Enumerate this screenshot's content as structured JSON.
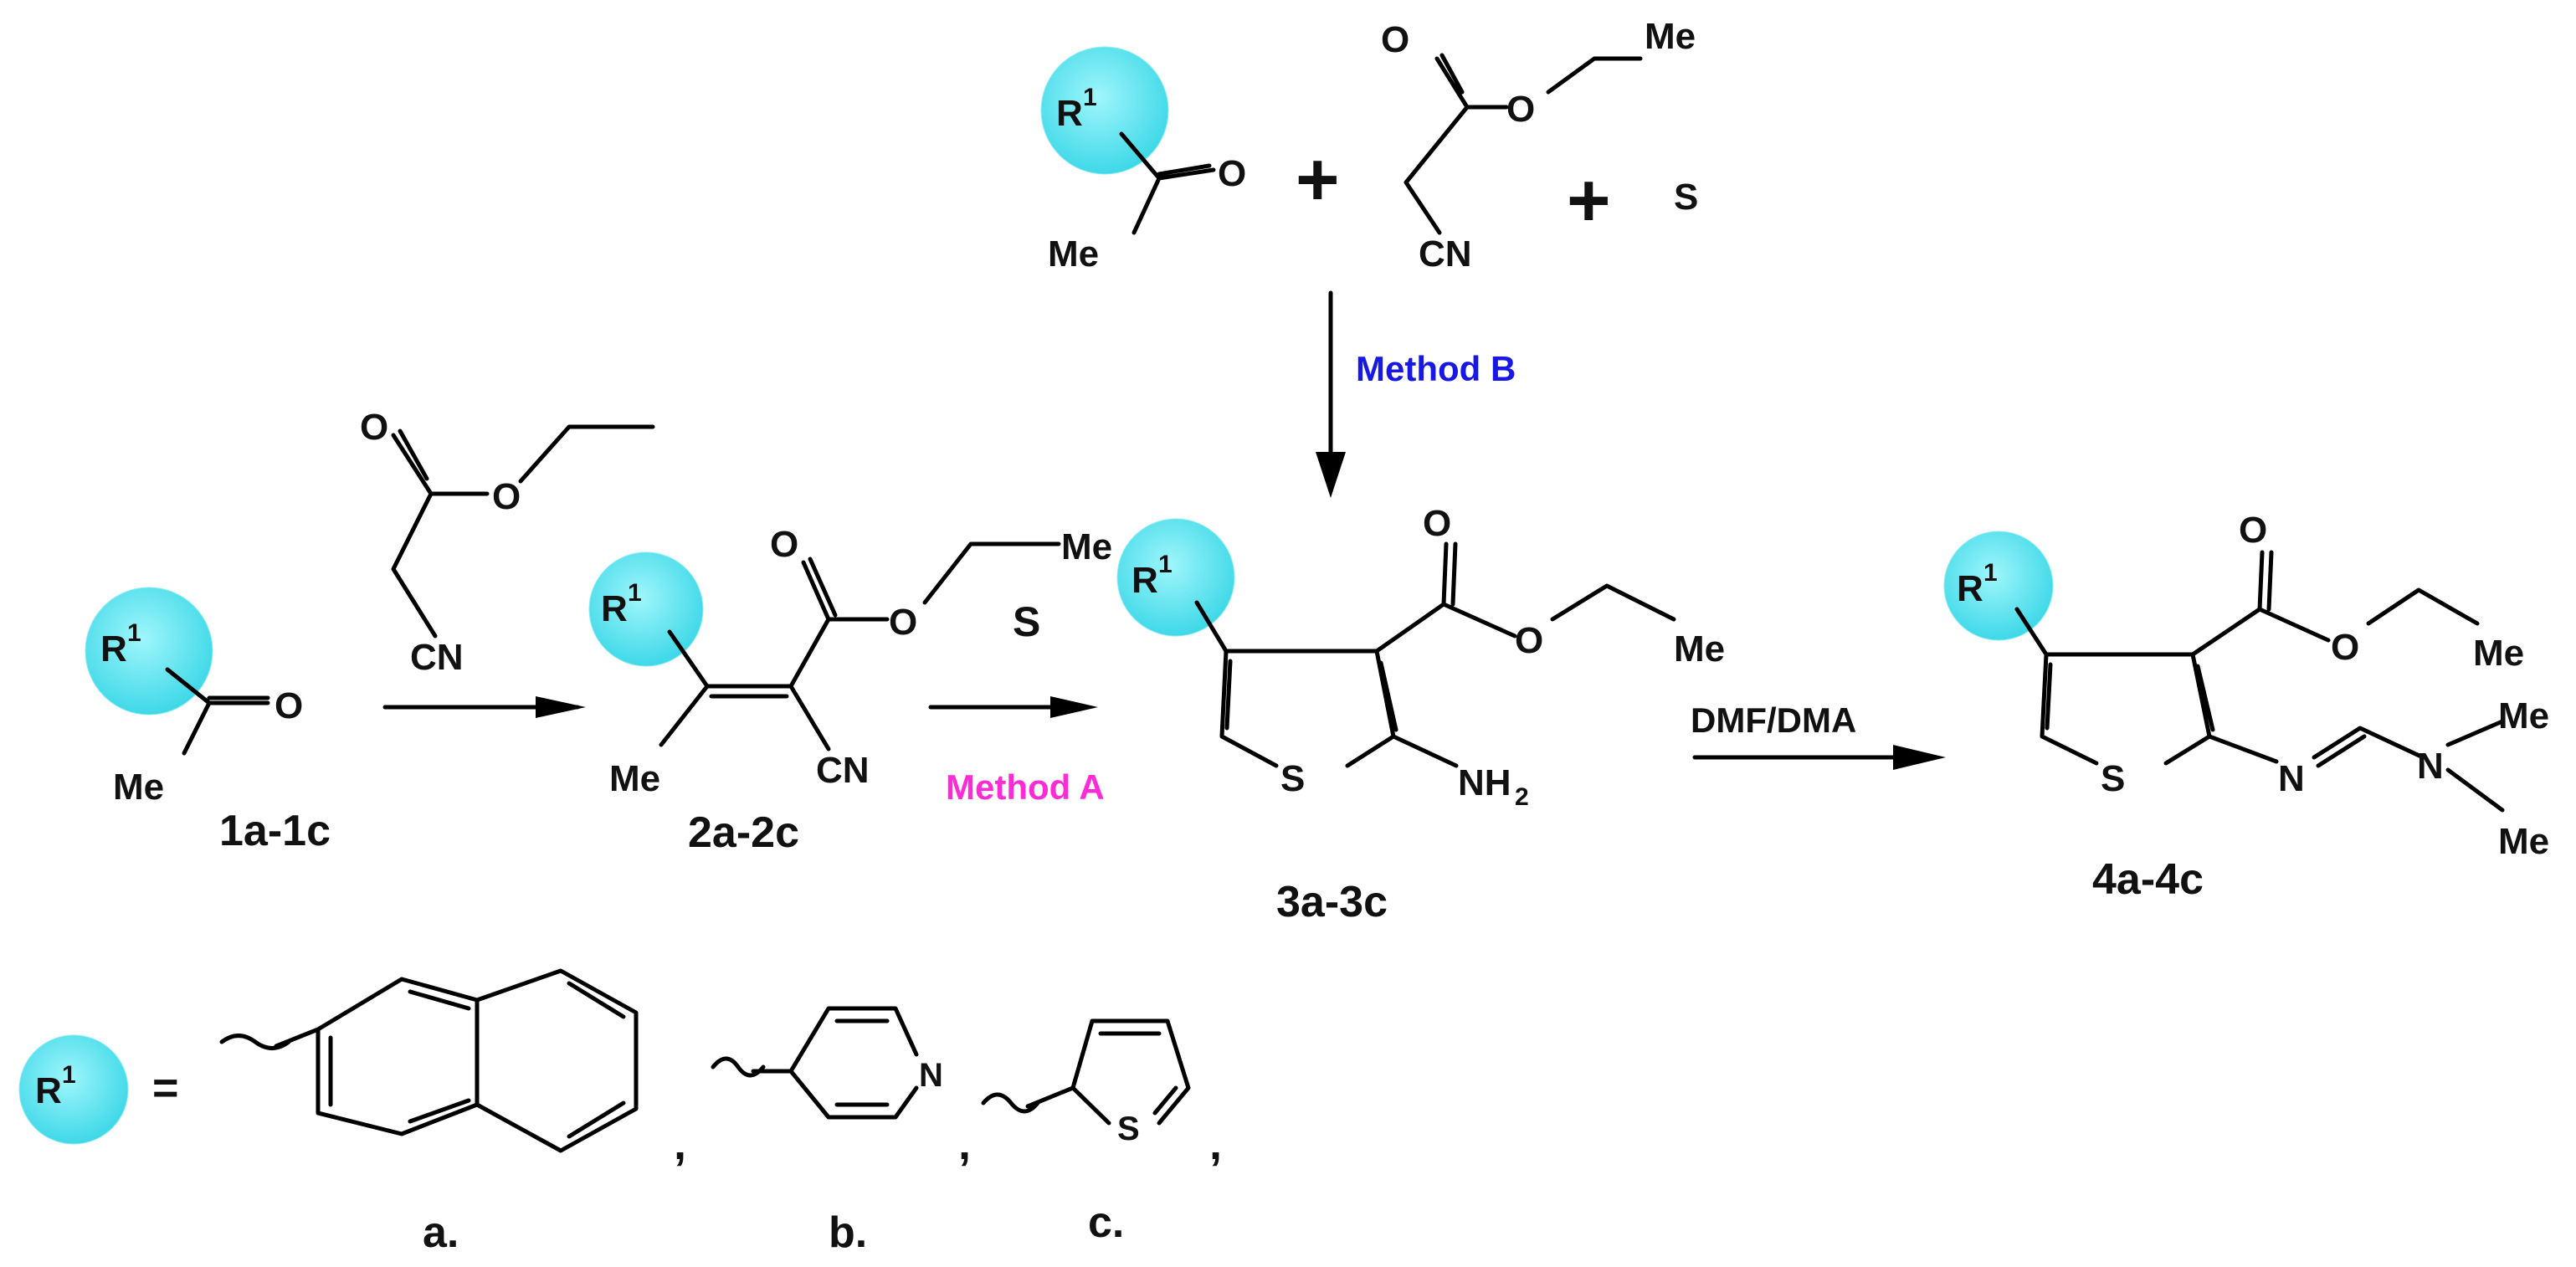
{
  "colors": {
    "ring": "#5fe6f2",
    "method_a": "#ff2bd6",
    "method_b": "#1717e6",
    "bond": "#000000"
  },
  "substituent_symbol": "R",
  "substituent_superscript": "1",
  "atoms": {
    "oxygen": "O",
    "sulfur": "S",
    "nitrogen": "N",
    "methyl": "Me",
    "nitrile": "CN",
    "amine": "NH",
    "amine_subscript": "2"
  },
  "operators": {
    "plus": "+",
    "equals": "=",
    "comma": ","
  },
  "compounds": {
    "ketone": "1a-1c",
    "alkene": "2a-2c",
    "thiophene": "3a-3c",
    "amidine": "4a-4c"
  },
  "conditions": {
    "method_a": "Method A",
    "method_b": "Method B",
    "reagent_sulfur": "S",
    "dmf_dma": "DMF/DMA"
  },
  "substituent_options": [
    "a.",
    "b.",
    "c."
  ]
}
